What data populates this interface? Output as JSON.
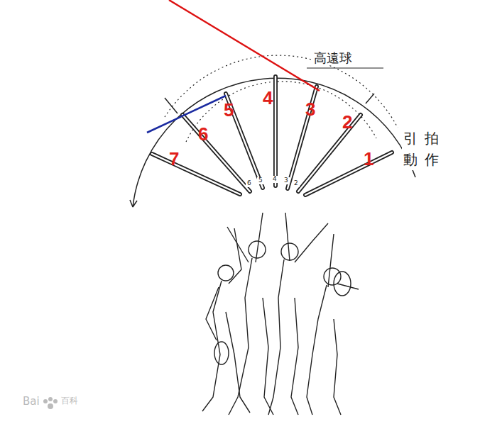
{
  "diagram": {
    "labels": [
      "高遠球",
      "引拍動作",
      "1",
      "2",
      "3",
      "4",
      "5",
      "6",
      "7",
      "6",
      "5",
      "4",
      "3",
      "2",
      "Bai",
      "百科"
    ]
  }
}
